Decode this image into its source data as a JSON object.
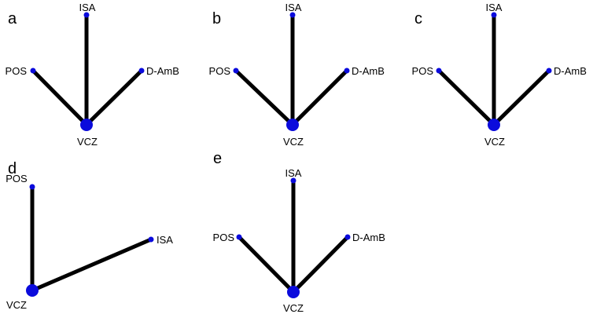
{
  "colors": {
    "node": "#0b0bdc",
    "edge": "#000000",
    "text": "#000000"
  },
  "panels": [
    {
      "id": "a",
      "label": "a",
      "nodes": [
        {
          "id": "ISA",
          "label": "ISA",
          "size": "small"
        },
        {
          "id": "POS",
          "label": "POS",
          "size": "small"
        },
        {
          "id": "D-AmB",
          "label": "D-AmB",
          "size": "small"
        },
        {
          "id": "VCZ",
          "label": "VCZ",
          "size": "large"
        }
      ],
      "edges": [
        [
          "VCZ",
          "ISA"
        ],
        [
          "VCZ",
          "POS"
        ],
        [
          "VCZ",
          "D-AmB"
        ]
      ]
    },
    {
      "id": "b",
      "label": "b",
      "nodes": [
        {
          "id": "ISA",
          "label": "ISA",
          "size": "small"
        },
        {
          "id": "POS",
          "label": "POS",
          "size": "small"
        },
        {
          "id": "D-AmB",
          "label": "D-AmB",
          "size": "small"
        },
        {
          "id": "VCZ",
          "label": "VCZ",
          "size": "large"
        }
      ],
      "edges": [
        [
          "VCZ",
          "ISA"
        ],
        [
          "VCZ",
          "POS"
        ],
        [
          "VCZ",
          "D-AmB"
        ]
      ]
    },
    {
      "id": "c",
      "label": "c",
      "nodes": [
        {
          "id": "ISA",
          "label": "ISA",
          "size": "small"
        },
        {
          "id": "POS",
          "label": "POS",
          "size": "small"
        },
        {
          "id": "D-AmB",
          "label": "D-AmB",
          "size": "small"
        },
        {
          "id": "VCZ",
          "label": "VCZ",
          "size": "large"
        }
      ],
      "edges": [
        [
          "VCZ",
          "ISA"
        ],
        [
          "VCZ",
          "POS"
        ],
        [
          "VCZ",
          "D-AmB"
        ]
      ]
    },
    {
      "id": "d",
      "label": "d",
      "nodes": [
        {
          "id": "POS",
          "label": "POS",
          "size": "small"
        },
        {
          "id": "ISA",
          "label": "ISA",
          "size": "small"
        },
        {
          "id": "VCZ",
          "label": "VCZ",
          "size": "large"
        }
      ],
      "edges": [
        [
          "VCZ",
          "POS"
        ],
        [
          "VCZ",
          "ISA"
        ]
      ]
    },
    {
      "id": "e",
      "label": "e",
      "nodes": [
        {
          "id": "ISA",
          "label": "ISA",
          "size": "small"
        },
        {
          "id": "POS",
          "label": "POS",
          "size": "small"
        },
        {
          "id": "D-AmB",
          "label": "D-AmB",
          "size": "small"
        },
        {
          "id": "VCZ",
          "label": "VCZ",
          "size": "large"
        }
      ],
      "edges": [
        [
          "VCZ",
          "ISA"
        ],
        [
          "VCZ",
          "POS"
        ],
        [
          "VCZ",
          "D-AmB"
        ]
      ]
    }
  ]
}
